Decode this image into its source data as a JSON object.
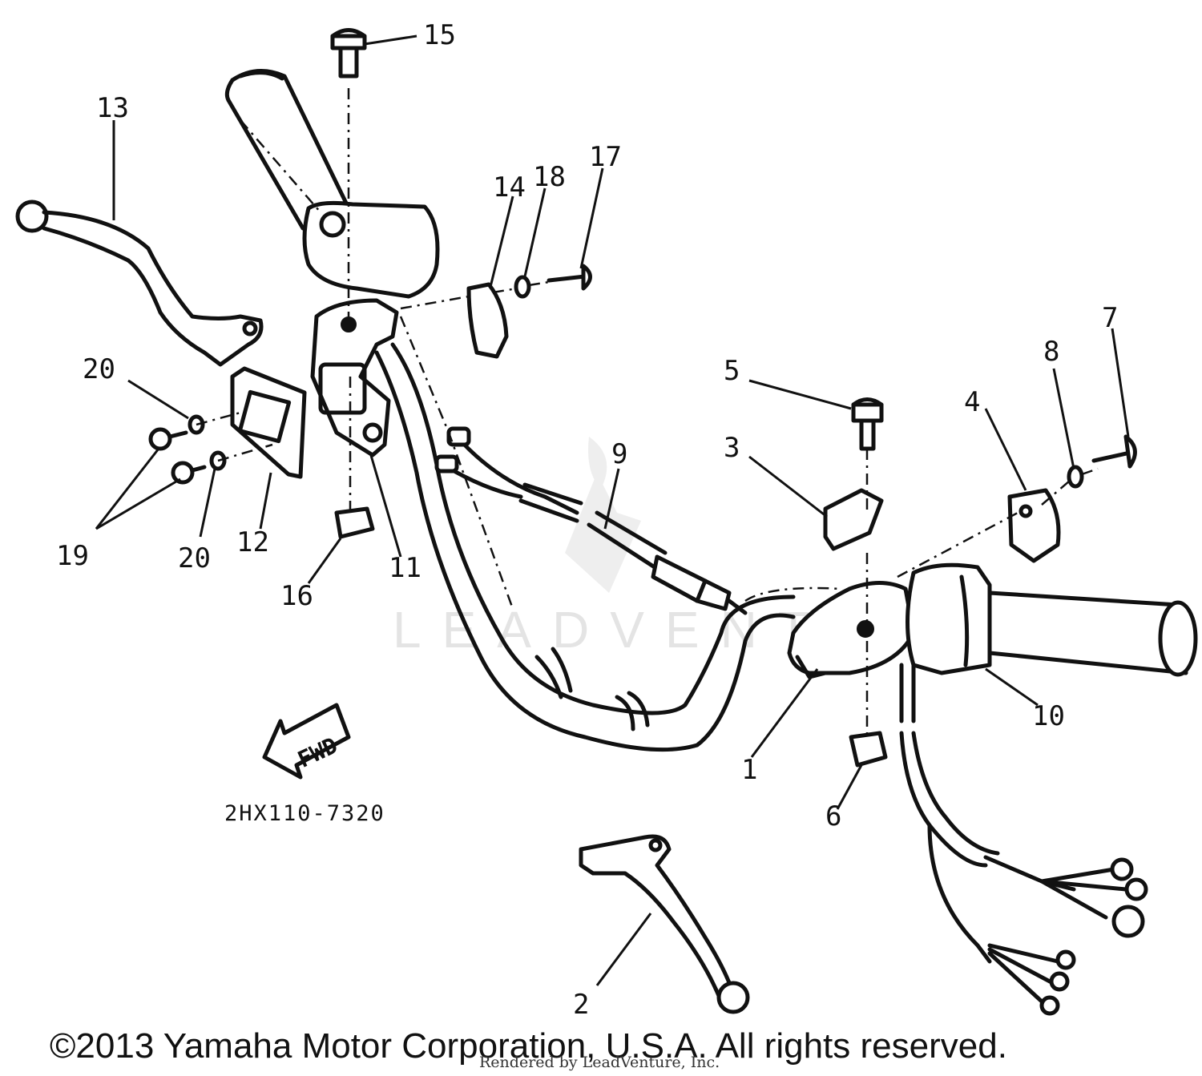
{
  "diagram": {
    "part_labels": [
      "1",
      "2",
      "3",
      "4",
      "5",
      "6",
      "7",
      "8",
      "9",
      "10",
      "11",
      "12",
      "13",
      "14",
      "15",
      "16",
      "17",
      "18",
      "19",
      "20",
      "20"
    ],
    "drawing_code": "2HX110-7320",
    "fwd_label": "FWD",
    "watermark": "LEADVENTURE",
    "copyright": "©2013 Yamaha Motor Corporation, U.S.A. All rights reserved.",
    "rendered_by": "Rendered by LeadVenture, Inc."
  },
  "colors": {
    "ink": "#111111",
    "watermark": "#e4e4e4",
    "background": "#ffffff"
  }
}
